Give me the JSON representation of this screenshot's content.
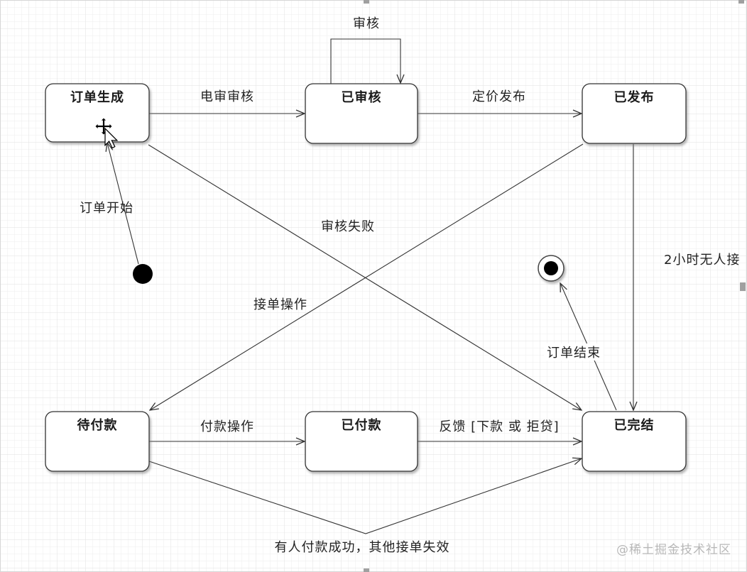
{
  "canvas": {
    "watermark": "@稀土掘金技术社区"
  },
  "states": {
    "order_created": "订单生成",
    "reviewed": "已审核",
    "published": "已发布",
    "awaiting_payment": "待付款",
    "paid": "已付款",
    "completed": "已完结"
  },
  "transitions": {
    "order_start": "订单开始",
    "e_review": "电审审核",
    "review_loop": "审核",
    "price_publish": "定价发布",
    "review_failed": "审核失败",
    "accept_order": "接单操作",
    "unaccepted_2h": "2小时无人接",
    "order_end": "订单结束",
    "payment": "付款操作",
    "feedback": "反馈 [下款 或 拒贷]",
    "other_paid": "有人付款成功，其他接单失效"
  },
  "icons": {
    "cursor": "move-cursor-icon",
    "pointer": "arrow-pointer-icon",
    "initial_state": "initial-state-dot",
    "final_state": "final-state-bullseye"
  },
  "colors": {
    "line": "#333333",
    "state_fill": "#ffffff",
    "grid_minor": "#eeeeee",
    "grid_major": "#e2e2e2",
    "marker_fill": "#000000",
    "watermark": "#b8b8b8"
  }
}
